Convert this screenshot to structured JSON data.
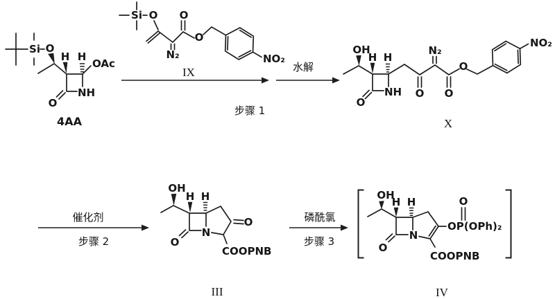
{
  "colors": {
    "ink": "#1e1e1e",
    "background": "#ffffff"
  },
  "c4aa": {
    "label": "4AA",
    "si": "Si",
    "o_silyl": "O",
    "h_c3": "H",
    "h_c4": "H",
    "oac": "OAc",
    "nh": "NH",
    "o_lactam": "O"
  },
  "ix": {
    "si": "Si",
    "o_silyl": "O",
    "n2": "N₂",
    "o_carbonyl": "O",
    "o_ester": "O",
    "no2": "NO₂"
  },
  "cx": {
    "label": "X",
    "oh": "OH",
    "h_c3": "H",
    "h_c4": "H",
    "nh": "NH",
    "o_lactam": "O",
    "o_ketone": "O",
    "n2": "N₂",
    "o_carbonyl": "O",
    "o_ester": "O",
    "no2": "NO₂"
  },
  "ciii": {
    "label": "III",
    "oh": "OH",
    "h_c6": "H",
    "h_c5": "H",
    "n": "N",
    "o_lactam": "O",
    "o_ketone": "O",
    "coopnb": "COOPNB"
  },
  "civ": {
    "label": "IV",
    "oh": "OH",
    "h_c6": "H",
    "h_c5": "H",
    "n": "N",
    "o_lactam": "O",
    "o_phosphoryl": "O",
    "phosphate": "OP(OPh)₂",
    "coopnb": "COOPNB"
  },
  "arrows": {
    "step1_reagent": "IX",
    "step1": "步骤 1",
    "hydrolysis": "水解",
    "step2_reagent": "催化剂",
    "step2": "步骤 2",
    "step3_reagent": "磷酰氯",
    "step3": "步骤 3"
  }
}
